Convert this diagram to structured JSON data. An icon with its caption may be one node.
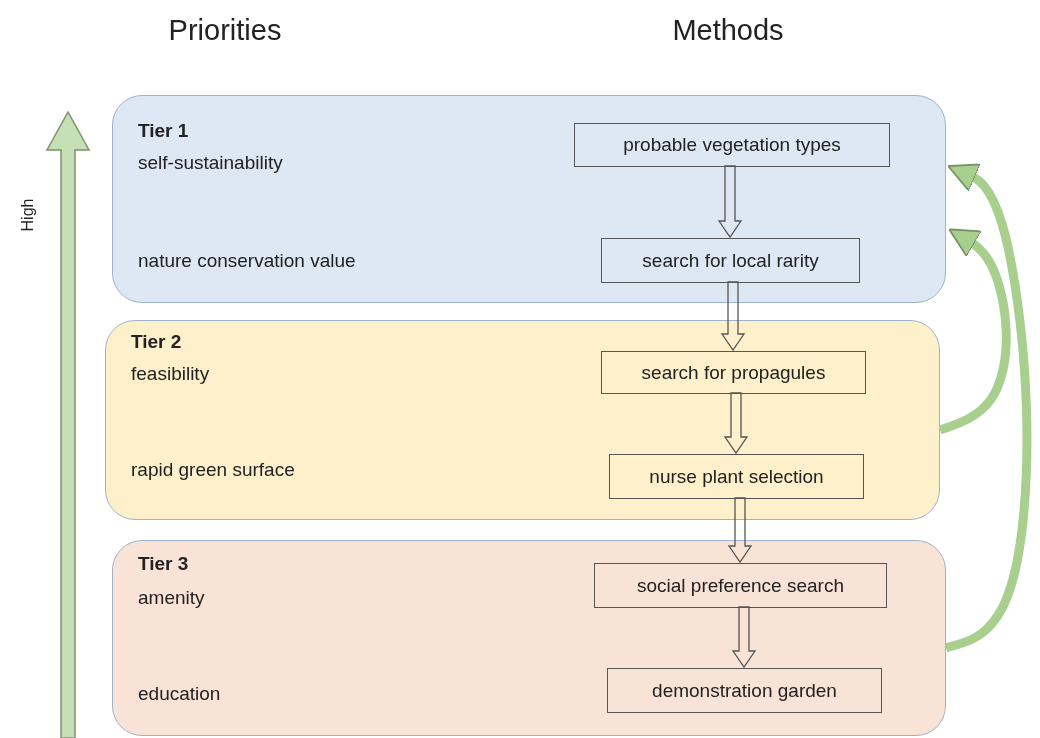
{
  "diagram": {
    "nodes": [
      {
        "text": [
          "Tier 1",
          "self-sustainability",
          "nature conservation value"
        ]
      },
      {
        "text": [
          "probable vegetation types"
        ],
        "in": 0
      },
      {
        "text": [
          "search for local rarity"
        ],
        "in": 0
      },
      {
        "text": [
          "Tier 2",
          "feasibility",
          "rapid green surface"
        ]
      },
      {
        "text": [
          "search for propagules"
        ],
        "in": 3
      },
      {
        "text": [
          "nurse plant selection"
        ],
        "in": 3
      },
      {
        "text": [
          "Tier 3",
          "amenity",
          "education"
        ]
      },
      {
        "text": [
          "social preference search"
        ],
        "in": 6
      },
      {
        "text": [
          "demonstration garden"
        ],
        "in": 6
      }
    ],
    "edges": [
      {
        "from": 1,
        "to": 2,
        "arrow": "to"
      },
      {
        "from": 2,
        "to": 4,
        "arrow": "to"
      },
      {
        "from": 4,
        "to": 5,
        "arrow": "to"
      },
      {
        "from": 5,
        "to": 7,
        "arrow": "to"
      },
      {
        "from": 7,
        "to": 8,
        "arrow": "to"
      },
      {
        "from": 3,
        "to": 0,
        "arrow": "to",
        "color": "#a9cf8f"
      },
      {
        "from": 6,
        "to": 0,
        "arrow": "to",
        "color": "#a9cf8f"
      }
    ],
    "labels": [
      "Priorities",
      "Methods",
      "High"
    ]
  }
}
